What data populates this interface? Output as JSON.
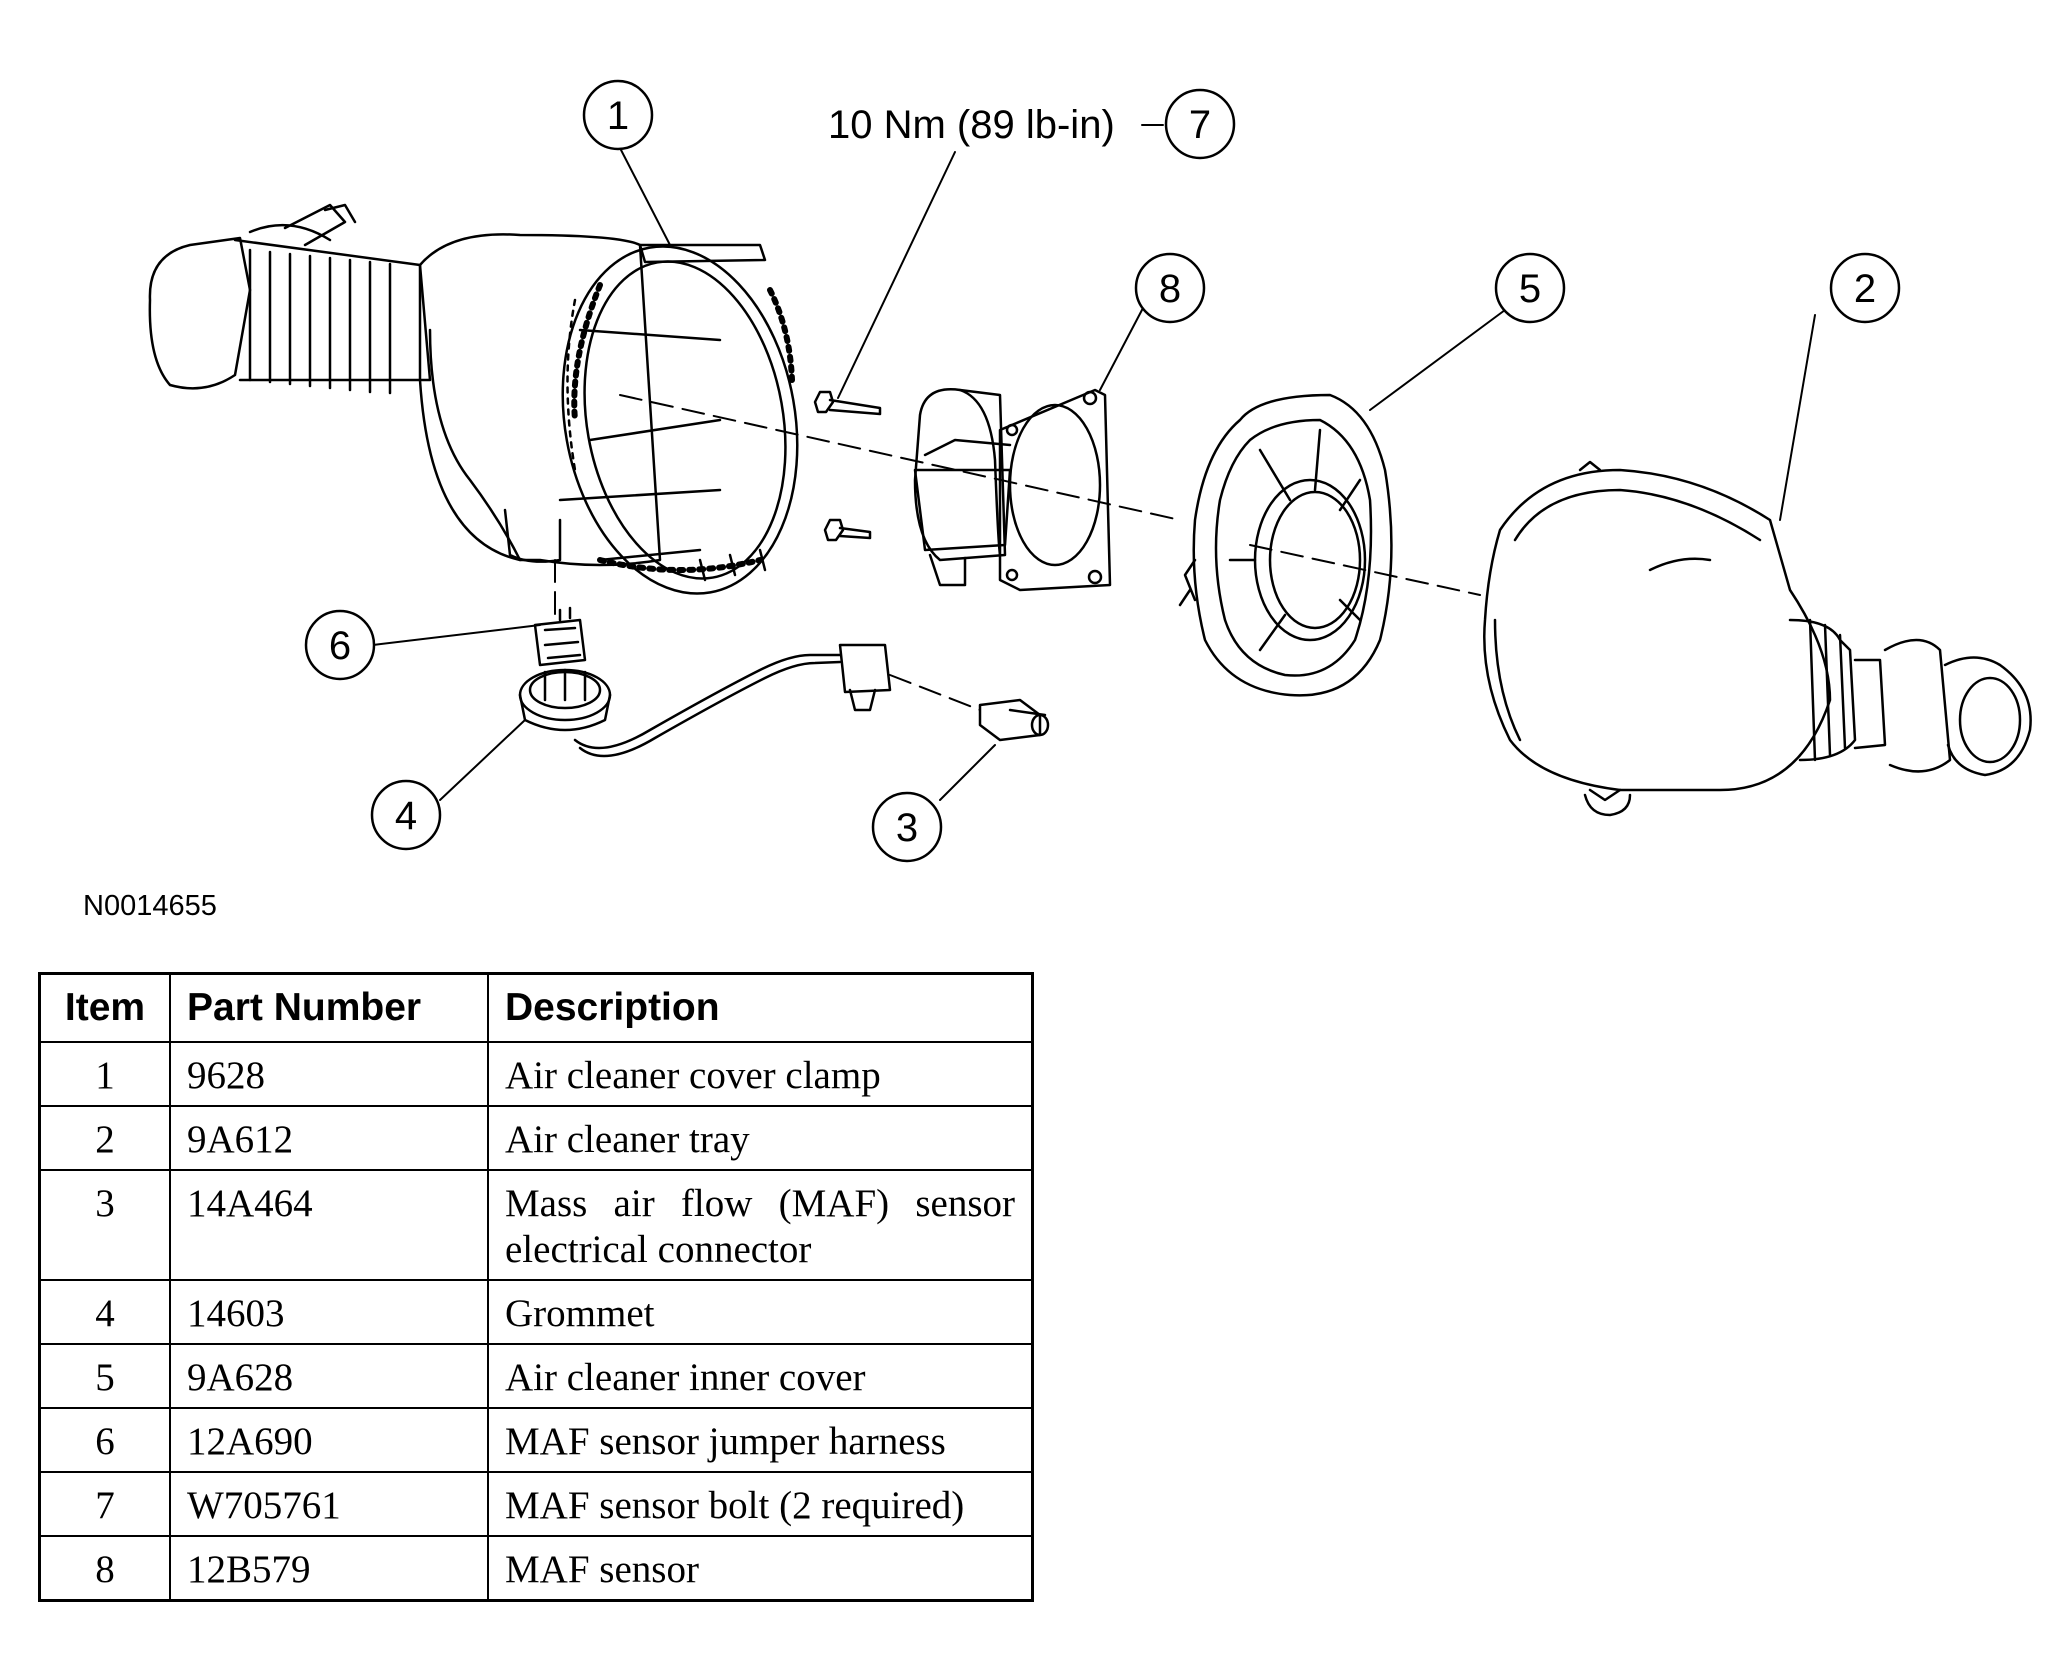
{
  "diagram": {
    "torque_label": "10 Nm (89 lb-in)",
    "callouts": [
      "1",
      "2",
      "3",
      "4",
      "5",
      "6",
      "7",
      "8"
    ],
    "figure_id": "N0014655"
  },
  "table": {
    "headers": [
      "Item",
      "Part Number",
      "Description"
    ],
    "rows": [
      {
        "item": "1",
        "part": "9628",
        "desc": "Air cleaner cover clamp"
      },
      {
        "item": "2",
        "part": "9A612",
        "desc": "Air cleaner tray"
      },
      {
        "item": "3",
        "part": "14A464",
        "desc": "Mass air flow (MAF) sensor electrical connector"
      },
      {
        "item": "4",
        "part": "14603",
        "desc": "Grommet"
      },
      {
        "item": "5",
        "part": "9A628",
        "desc": "Air cleaner inner cover"
      },
      {
        "item": "6",
        "part": "12A690",
        "desc": "MAF sensor jumper harness"
      },
      {
        "item": "7",
        "part": "W705761",
        "desc": "MAF sensor bolt (2 required)"
      },
      {
        "item": "8",
        "part": "12B579",
        "desc": "MAF sensor"
      }
    ]
  }
}
